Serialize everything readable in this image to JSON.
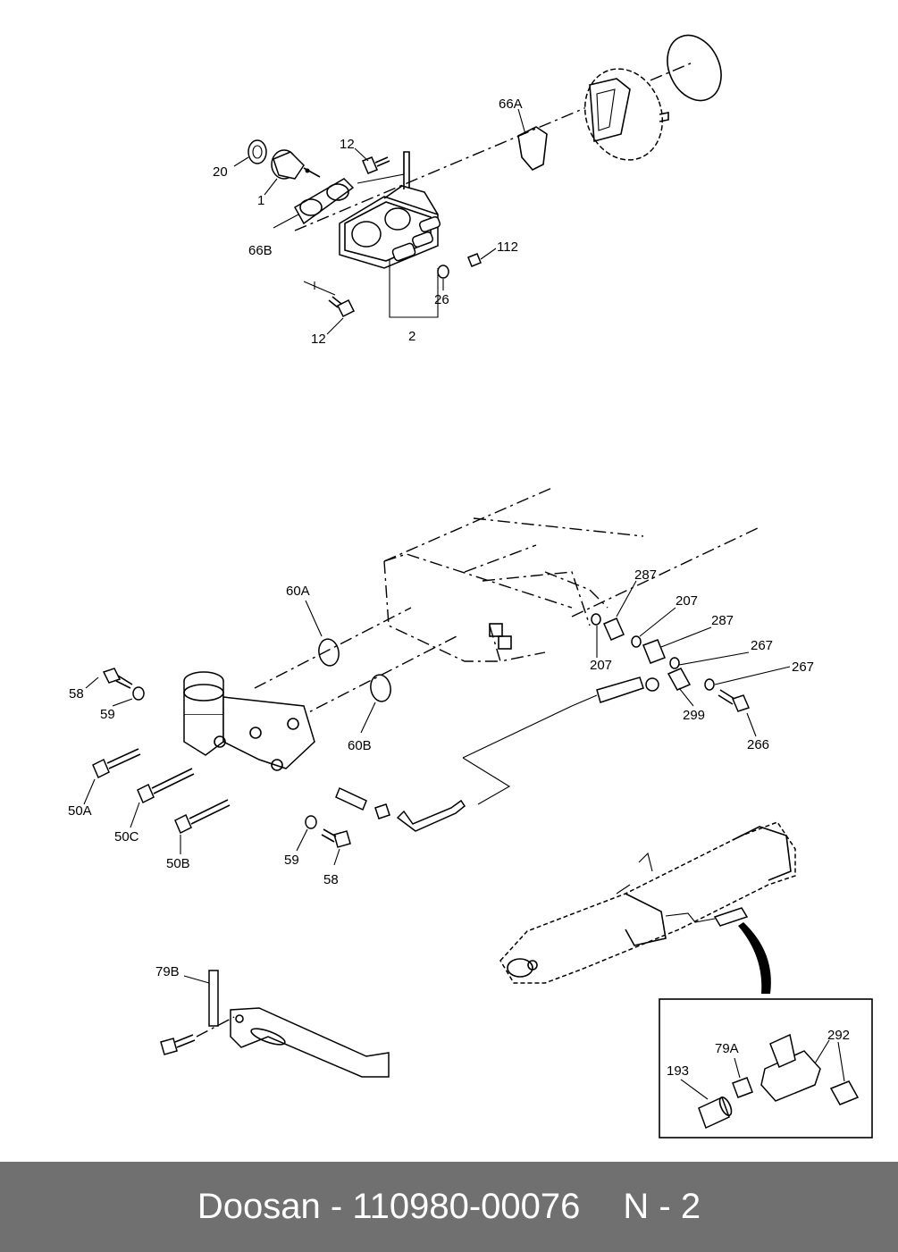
{
  "footer": {
    "title": "Doosan - 110980-00076",
    "page": "N - 2"
  },
  "labels": {
    "l20": "20",
    "l1": "1",
    "l12a": "12",
    "l66b": "66B",
    "l66a": "66A",
    "l112": "112",
    "l26": "26",
    "l2": "2",
    "l12b": "12",
    "l60a": "60A",
    "l60b": "60B",
    "l58a": "58",
    "l59a": "59",
    "l50a": "50A",
    "l50c": "50C",
    "l50b": "50B",
    "l59b": "59",
    "l58b": "58",
    "l287a": "287",
    "l207a": "207",
    "l207b": "207",
    "l287b": "287",
    "l267a": "267",
    "l267b": "267",
    "l299": "299",
    "l266": "266",
    "l79b": "79B",
    "l193": "193",
    "l79a": "79A",
    "l292": "292"
  }
}
